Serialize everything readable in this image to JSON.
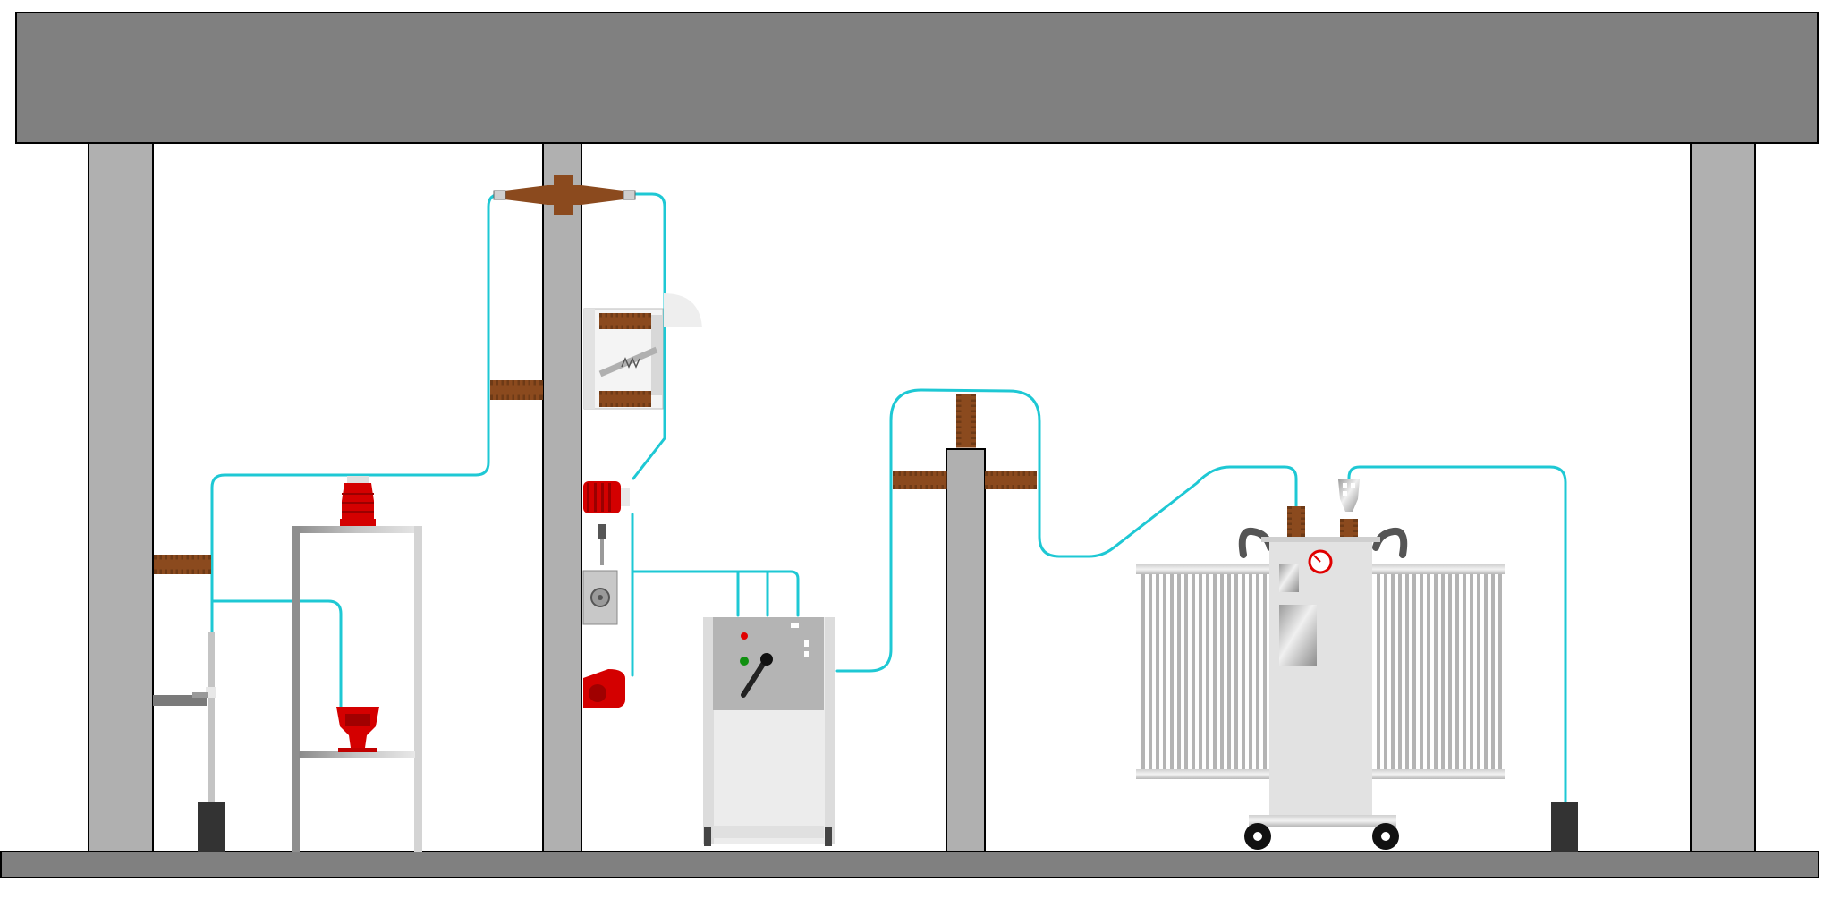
{
  "title": "",
  "colors": {
    "beam": "#808080",
    "pillar": "#b0b0b0",
    "floor": "#808080",
    "cable": "#1ec8d4",
    "insulator_brown": "#8b4a1e",
    "epoxy_red": "#d40000",
    "tank_grey": "#e2e2e2",
    "frame_grey": "#9a9a9a",
    "dark_block": "#333333",
    "panel_grey": "#b4b4b4",
    "lamp_red": "#e00000",
    "lamp_green": "#109010",
    "gauge_red": "#e00000"
  },
  "components": [
    {
      "id": "ceiling-beam",
      "icon": "beam"
    },
    {
      "id": "floor-slab",
      "icon": "floor"
    },
    {
      "id": "wall-pillar-left",
      "icon": "pillar"
    },
    {
      "id": "wall-pillar-right",
      "icon": "pillar"
    },
    {
      "id": "central-pillar",
      "icon": "pillar"
    },
    {
      "id": "support-post",
      "icon": "pillar"
    },
    {
      "id": "wall-bushing-left",
      "icon": "brown-insulator"
    },
    {
      "id": "wall-bushing-upper",
      "icon": "brown-insulator"
    },
    {
      "id": "through-wall-bushing-top",
      "icon": "brown-insulator"
    },
    {
      "id": "disconnect-switch",
      "icon": "disconnector"
    },
    {
      "id": "current-transformer",
      "icon": "red-epoxy-ct"
    },
    {
      "id": "voltage-transformer",
      "icon": "red-epoxy-vt"
    },
    {
      "id": "operating-mechanism",
      "icon": "gear-box"
    },
    {
      "id": "post-insulators",
      "icon": "brown-insulator"
    },
    {
      "id": "surge-arrester-top",
      "icon": "red-insulator"
    },
    {
      "id": "fuse-holder-vt",
      "icon": "red-fuse"
    },
    {
      "id": "metal-frame-stand",
      "icon": "frame"
    },
    {
      "id": "grounding-rod",
      "icon": "ground-rod"
    },
    {
      "id": "ground-block-left",
      "icon": "dark-block"
    },
    {
      "id": "ground-block-right",
      "icon": "dark-block"
    },
    {
      "id": "switchgear-cabinet",
      "icon": "cabinet"
    },
    {
      "id": "power-transformer",
      "icon": "transformer"
    },
    {
      "id": "radiator-fins",
      "icon": "radiator"
    },
    {
      "id": "pressure-gauge",
      "icon": "gauge"
    },
    {
      "id": "cable-connections",
      "icon": "cable"
    }
  ]
}
